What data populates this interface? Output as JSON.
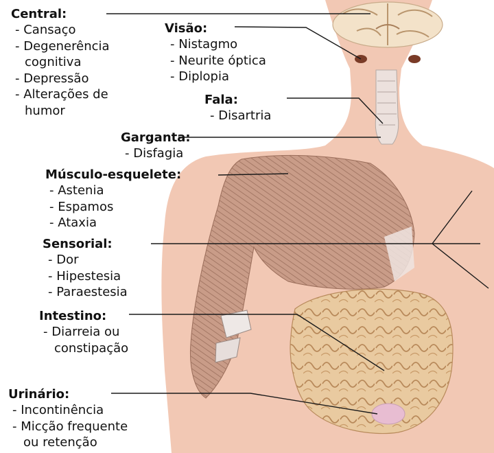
{
  "colors": {
    "skin": "#f2c8b4",
    "brain": "#f0dcc2",
    "muscle": "#c89a86",
    "intestine": "#e6c698",
    "bladder": "#e5b7cf",
    "leader_line": "#1a1a1a",
    "text": "#111111"
  },
  "labels": {
    "central": {
      "title": "Central:",
      "items": [
        "- Cansaço",
        "- Degenerência",
        "cognitiva",
        "- Depressão",
        "- Alterações de",
        "humor"
      ]
    },
    "visao": {
      "title": "Visão:",
      "items": [
        "- Nistagmo",
        "- Neurite óptica",
        "- Diplopia"
      ]
    },
    "fala": {
      "title": "Fala:",
      "items": [
        "- Disartria"
      ]
    },
    "garganta": {
      "title": "Garganta:",
      "items": [
        "- Disfagia"
      ]
    },
    "musculo": {
      "title": "Músculo-esquelete:",
      "items": [
        "- Astenia",
        "- Espamos",
        "- Ataxia"
      ]
    },
    "sensorial": {
      "title": "Sensorial:",
      "items": [
        "- Dor",
        "- Hipestesia",
        "- Paraestesia"
      ]
    },
    "intestino": {
      "title": "Intestino:",
      "items": [
        "- Diarreia ou",
        "constipação"
      ]
    },
    "urinario": {
      "title": "Urinário:",
      "items": [
        "- Incontinência",
        "- Micção frequente",
        "ou retenção"
      ]
    }
  }
}
